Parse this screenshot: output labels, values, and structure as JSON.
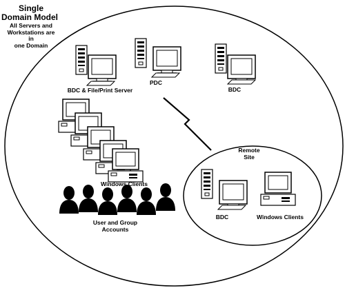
{
  "title": {
    "line1": "Single",
    "line2": "Domain Model",
    "line3": "All Servers and",
    "line4": "Workstations are in",
    "line5": "one Domain"
  },
  "labels": {
    "bdc_file_print": "BDC & File/Print Server",
    "pdc": "PDC",
    "bdc_right": "BDC",
    "windows_clients": "Windows Clients",
    "users_line1": "User and Group",
    "users_line2": "Accounts",
    "remote_line1": "Remote",
    "remote_line2": "Site",
    "remote_bdc": "BDC",
    "remote_clients": "Windows Clients"
  },
  "colors": {
    "ink": "#000000",
    "paper": "#ffffff"
  }
}
